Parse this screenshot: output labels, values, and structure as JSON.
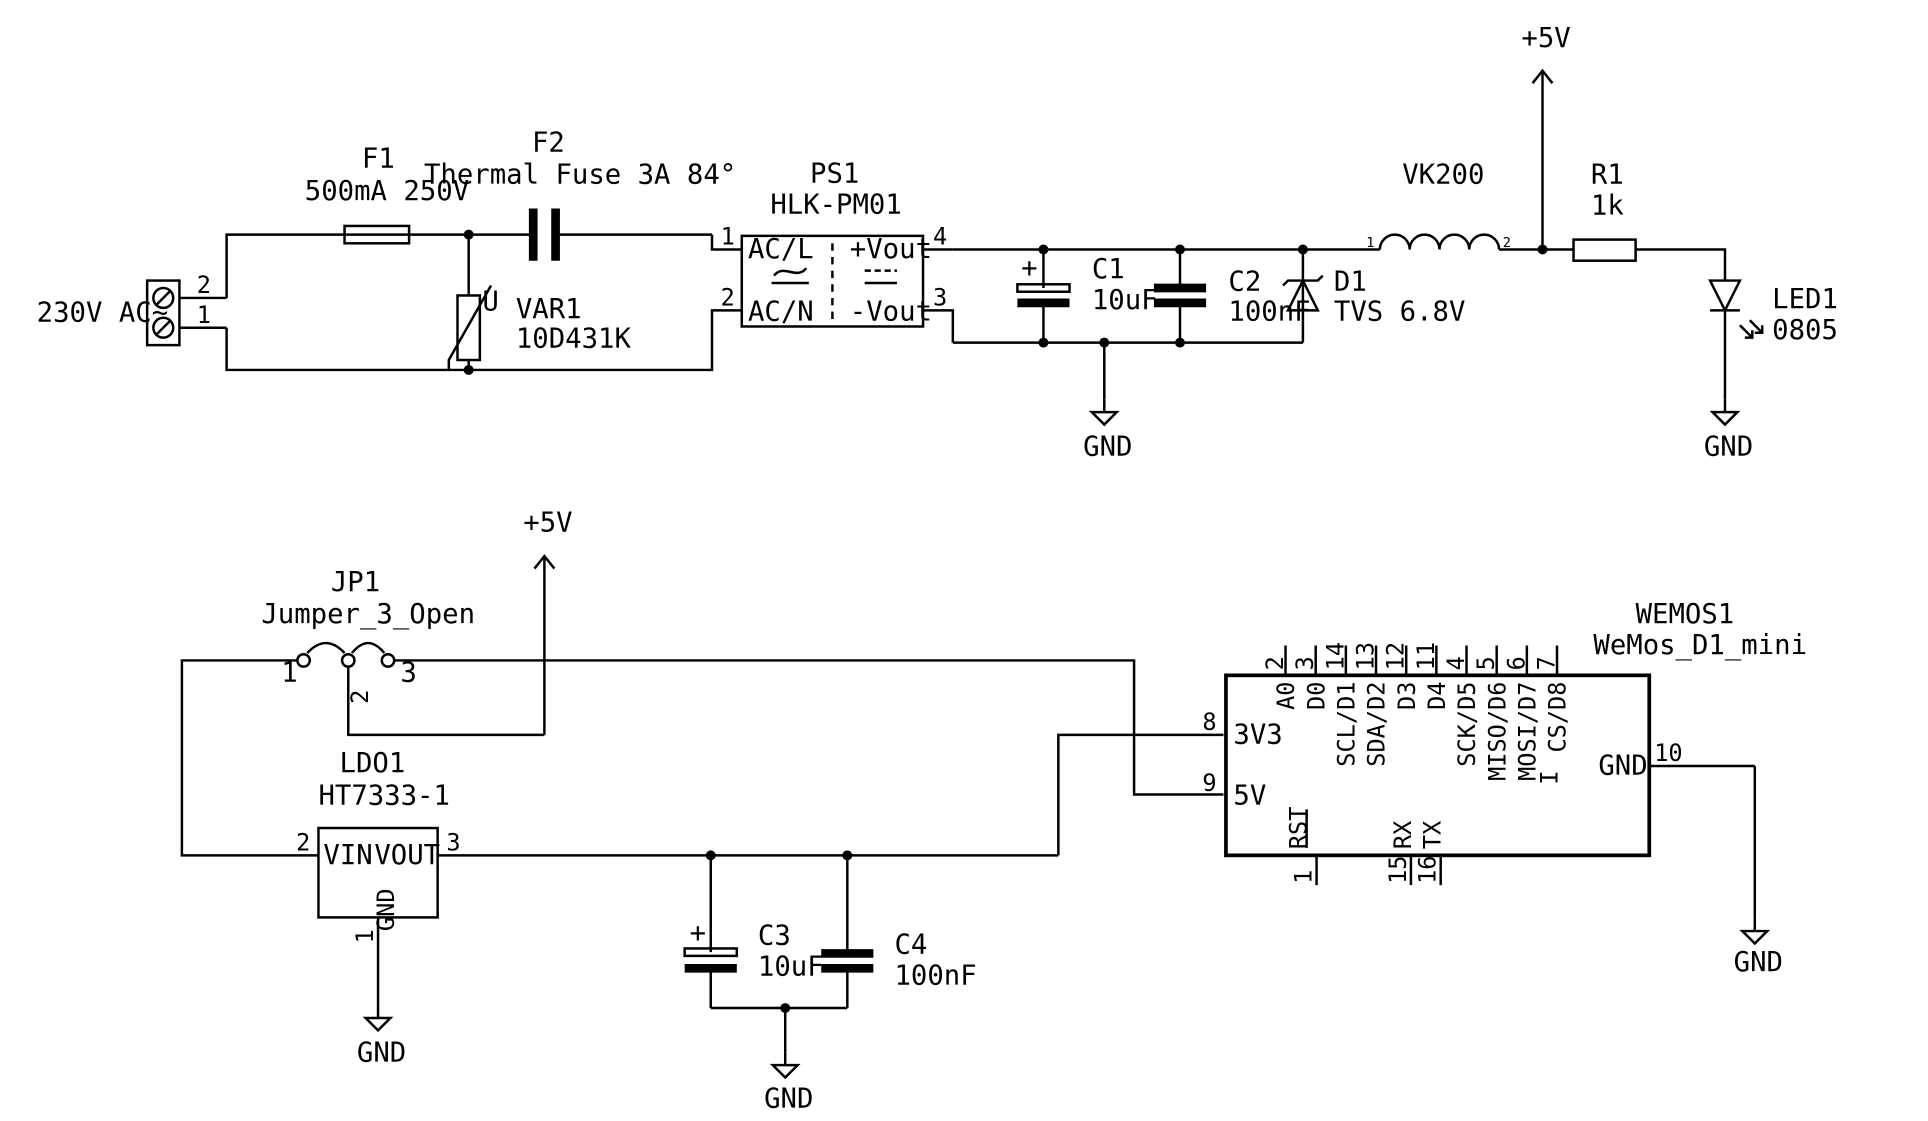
{
  "connector": {
    "label": "230V AC~",
    "pin2": "2",
    "pin1": "1"
  },
  "f1": {
    "ref": "F1",
    "value": "500mA 250V"
  },
  "f2": {
    "ref": "F2",
    "value": "Thermal Fuse 3A 84°"
  },
  "var1": {
    "ref": "VAR1",
    "value": "10D431K",
    "u": "U"
  },
  "ps1": {
    "ref": "PS1",
    "value": "HLK-PM01",
    "acl": "AC/L",
    "acn": "AC/N",
    "vplus": "+Vout",
    "vminus": "-Vout",
    "pin1": "1",
    "pin2": "2",
    "pin3": "3",
    "pin4": "4"
  },
  "c1": {
    "ref": "C1",
    "value": "10uF",
    "plus": "+"
  },
  "c2": {
    "ref": "C2",
    "value": "100nF"
  },
  "d1": {
    "ref": "D1",
    "value": "TVS 6.8V"
  },
  "vk200": {
    "ref": "VK200",
    "pin1": "1",
    "pin2": "2"
  },
  "r1": {
    "ref": "R1",
    "value": "1k"
  },
  "led1": {
    "ref": "LED1",
    "value": "0805"
  },
  "power": {
    "vcc": "+5V",
    "gnd": "GND"
  },
  "jp1": {
    "ref": "JP1",
    "value": "Jumper_3_Open",
    "pin1": "1",
    "pin2": "2",
    "pin3": "3"
  },
  "ldo1": {
    "ref": "LDO1",
    "value": "HT7333-1",
    "vin": "VIN",
    "vout": "VOUT",
    "gnd": "GND",
    "pin1": "1",
    "pin2": "2",
    "pin3": "3"
  },
  "c3": {
    "ref": "C3",
    "value": "10uF",
    "plus": "+"
  },
  "c4": {
    "ref": "C4",
    "value": "100nF"
  },
  "wemos": {
    "ref": "WEMOS1",
    "value": "WeMos_D1_mini",
    "top_pins": [
      {
        "num": "2",
        "name": "A0"
      },
      {
        "num": "3",
        "name": "D0"
      },
      {
        "num": "14",
        "name": "SCL/D1"
      },
      {
        "num": "13",
        "name": "SDA/D2"
      },
      {
        "num": "12",
        "name": "D3"
      },
      {
        "num": "11",
        "name": "D4"
      },
      {
        "num": "4",
        "name": "SCK/D5"
      },
      {
        "num": "5",
        "name": "MISO/D6"
      },
      {
        "num": "6",
        "name": "MOSI/D7"
      },
      {
        "num": "7",
        "name": "CS/D8"
      }
    ],
    "left_pins": [
      {
        "num": "8",
        "name": "3V3"
      },
      {
        "num": "9",
        "name": "5V"
      }
    ],
    "right_pin": {
      "num": "10",
      "name": "GND"
    },
    "bottom_pins": [
      {
        "num": "1",
        "name": "RST"
      },
      {
        "num": "15",
        "name": "RX"
      },
      {
        "num": "16",
        "name": "TX"
      }
    ],
    "stray_mark": "I"
  }
}
